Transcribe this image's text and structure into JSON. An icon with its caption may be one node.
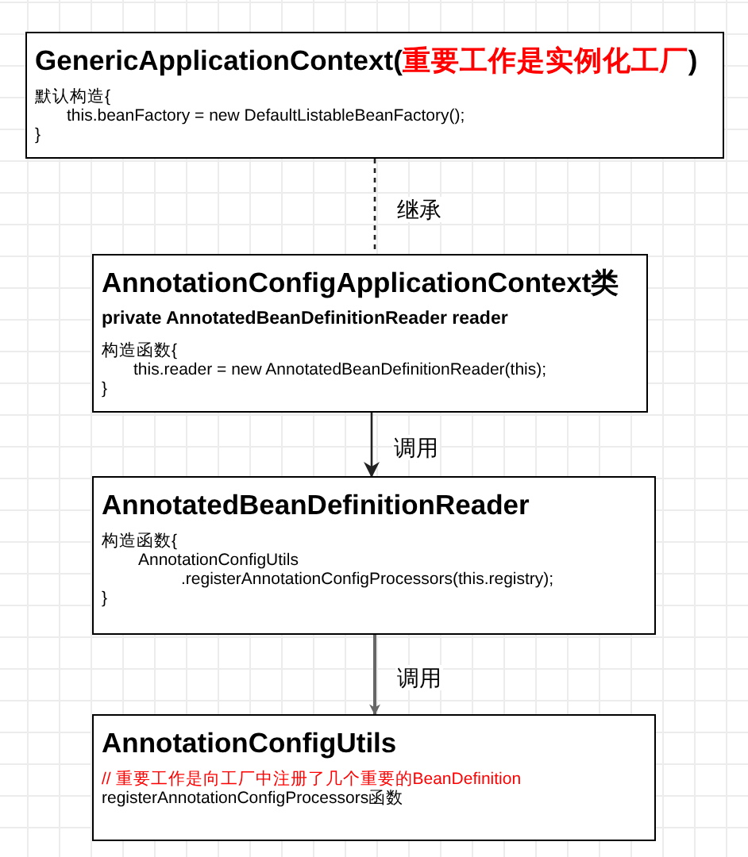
{
  "diagram": {
    "nodes": [
      {
        "text": [
          "GenericApplicationContext(**重要工作是实例化工厂**)",
          "默认构造{",
          "this.beanFactory = new DefaultListableBeanFactory();",
          "}"
        ]
      },
      {
        "text": [
          "AnnotationConfigApplicationContext类",
          "private AnnotatedBeanDefinitionReader reader",
          "构造函数{",
          "this.reader = new AnnotatedBeanDefinitionReader(this);",
          "}"
        ]
      },
      {
        "text": [
          "AnnotatedBeanDefinitionReader",
          "构造函数{",
          "AnnotationConfigUtils",
          ".registerAnnotationConfigProcessors(this.registry);",
          "}"
        ]
      },
      {
        "text": [
          "AnnotationConfigUtils",
          "// 重要工作是向工厂中注册了几个重要的BeanDefinition",
          "registerAnnotationConfigProcessors函数"
        ]
      }
    ],
    "edges": [
      {
        "from": 0,
        "to": 1,
        "arrow": "none",
        "label": "继承",
        "style": "dashed"
      },
      {
        "from": 1,
        "to": 2,
        "arrow": "to",
        "label": "调用"
      },
      {
        "from": 2,
        "to": 3,
        "arrow": "to",
        "label": "调用",
        "color": "#666666"
      }
    ]
  }
}
